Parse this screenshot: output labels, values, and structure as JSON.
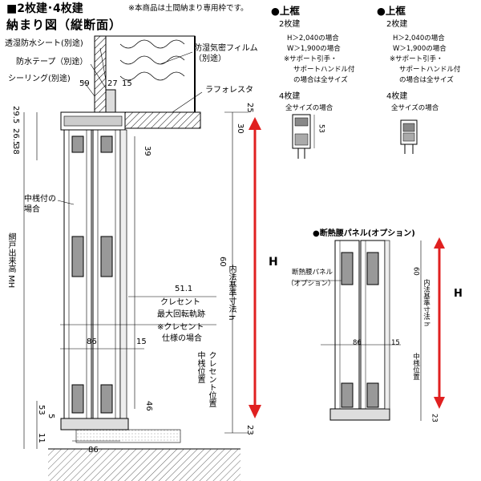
{
  "header": {
    "title_main": "■2枚建･4枚建",
    "title_sub": "納まり図（縦断面）",
    "note": "※本商品は土間納まり専用枠です。"
  },
  "main_callouts": {
    "sheet": "透湿防水シート(別途)",
    "tape": "防水テープ（別途）",
    "sealing": "シーリング(別途)",
    "film": "防湿気密フィルム\n（別途）",
    "laforesta": "ラフォレスタ",
    "mid_bar": "中桟付の\n場合",
    "crescent_1": "クレセント",
    "crescent_2": "最大回転軌跡",
    "crescent_3": "※クレセント",
    "crescent_4": "仕様の場合"
  },
  "dims": {
    "d59": "59",
    "d27": "27",
    "d15a": "15",
    "d25": "25",
    "d30": "30",
    "d29": "29.5",
    "d26": "26.5",
    "d38": "38",
    "d39": "39",
    "d60": "60",
    "d51": "51.1",
    "d86": "86",
    "d15b": "15",
    "d53": "53",
    "d5": "5",
    "d46": "46",
    "d23": "23",
    "d11": "11",
    "d86b": "86",
    "H": "H"
  },
  "vlabels": {
    "mh": "網戸出来高 MH",
    "inner": "内法基準寸法 h",
    "mid_pos": "中桟位置",
    "cres_pos": "クレセント位置"
  },
  "right_top": {
    "a_head": "●上框",
    "a_2": "2枚建",
    "a_l1": "H＞2,040の場合",
    "a_l2": "W＞1,900の場合",
    "a_l3": "※サポート引手・",
    "a_l4": "サポートハンドル付",
    "a_l5": "の場合は全サイズ",
    "a_4": "4枚建",
    "a_all": "全サイズの場合",
    "a_53": "53",
    "b_head": "●上框",
    "b_2": "2枚建",
    "b_l1": "H＞2,040の場合",
    "b_l2": "W＞1,900の場合",
    "b_l3": "※サポート引手・",
    "b_l4": "サポートハンドル付",
    "b_l5": "の場合は全サイズ",
    "b_4": "4枚建",
    "b_all": "全サイズの場合"
  },
  "panel": {
    "head": "●断熱腰パネル(オプション)",
    "label1": "断熱腰パネル",
    "label2": "（オプション）",
    "d60": "60",
    "d86": "86",
    "d15": "15",
    "d23": "23",
    "H": "H",
    "inner": "内法基準寸法 h",
    "mid_pos": "中桟位置"
  },
  "colors": {
    "arrow": "#e02020",
    "wall": "#000000"
  }
}
